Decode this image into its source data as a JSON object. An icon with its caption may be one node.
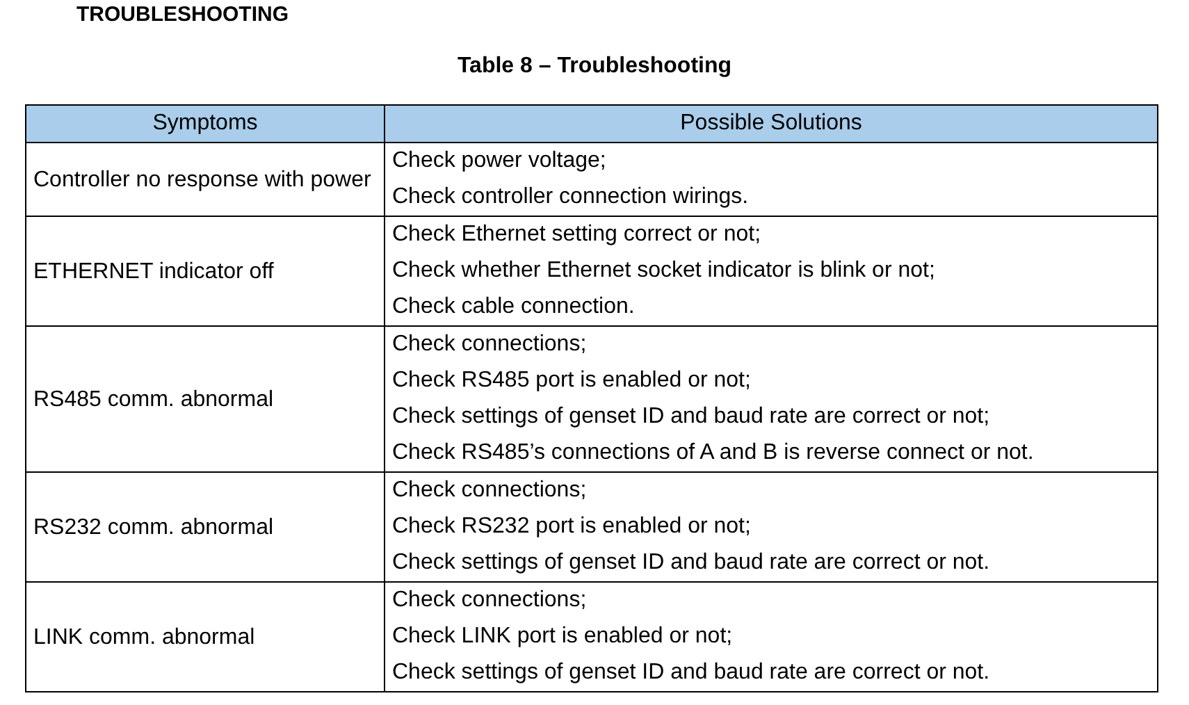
{
  "diagram": {
    "title": "TROUBLESHOOTING",
    "caption": "Table 8 – Troubleshooting",
    "labels": [
      "Symptoms",
      "Possible Solutions",
      "Controller no response with power",
      "Check power voltage;",
      "Check controller connection wirings.",
      "ETHERNET indicator off",
      "Check Ethernet setting correct or not;",
      "Check whether Ethernet socket indicator is blink or not;",
      "Check cable connection.",
      "RS485 comm. abnormal",
      "Check connections;",
      "Check RS485 port is enabled or not;",
      "Check settings of genset ID and baud rate are correct or not;",
      "Check RS485’s connections of A and B is reverse connect or not.",
      "RS232 comm. abnormal",
      "Check connections;",
      "Check RS232 port is enabled or not;",
      "Check settings of genset ID and baud rate are correct or not.",
      "LINK comm. abnormal",
      "Check connections;",
      "Check LINK port is enabled or not;",
      "Check settings of genset ID and baud rate are correct or not."
    ]
  }
}
